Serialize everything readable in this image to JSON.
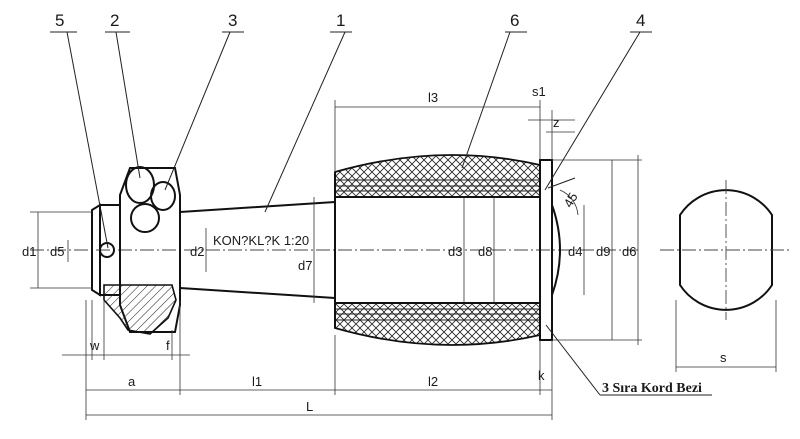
{
  "part_numbers": [
    "5",
    "2",
    "3",
    "1",
    "6",
    "4"
  ],
  "taper_note": "KON?KL?K 1:20",
  "annotation": "3 Sıra Kord Bezi",
  "angle_label": "45",
  "vertical_dims": [
    "d1",
    "d5",
    "d2",
    "d7",
    "d3",
    "d8",
    "d4",
    "d9",
    "d6"
  ],
  "horizontal_dims": {
    "w": "w",
    "f": "f",
    "a": "a",
    "l1": "l1",
    "l2": "l2",
    "k": "k",
    "L": "L",
    "l3": "l3",
    "s1": "s1",
    "z": "z",
    "s": "s"
  },
  "colors": {
    "ink": "#1a1a1a",
    "background": "#ffffff"
  }
}
